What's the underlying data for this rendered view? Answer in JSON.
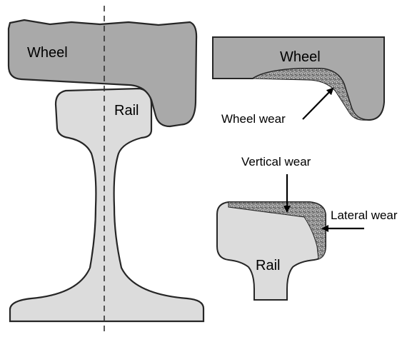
{
  "colors": {
    "wheel": "#a9a9a9",
    "rail": "#dcdcdc",
    "wear": "#8a8a8a",
    "outline": "#262626",
    "background": "#ffffff"
  },
  "left_assembly": {
    "wheel_label": "Wheel",
    "rail_label": "Rail"
  },
  "wheel_detail": {
    "wheel_label": "Wheel",
    "wear_label": "Wheel wear"
  },
  "rail_detail": {
    "rail_label": "Rail",
    "vertical_wear_label": "Vertical wear",
    "lateral_wear_label": "Lateral wear"
  }
}
